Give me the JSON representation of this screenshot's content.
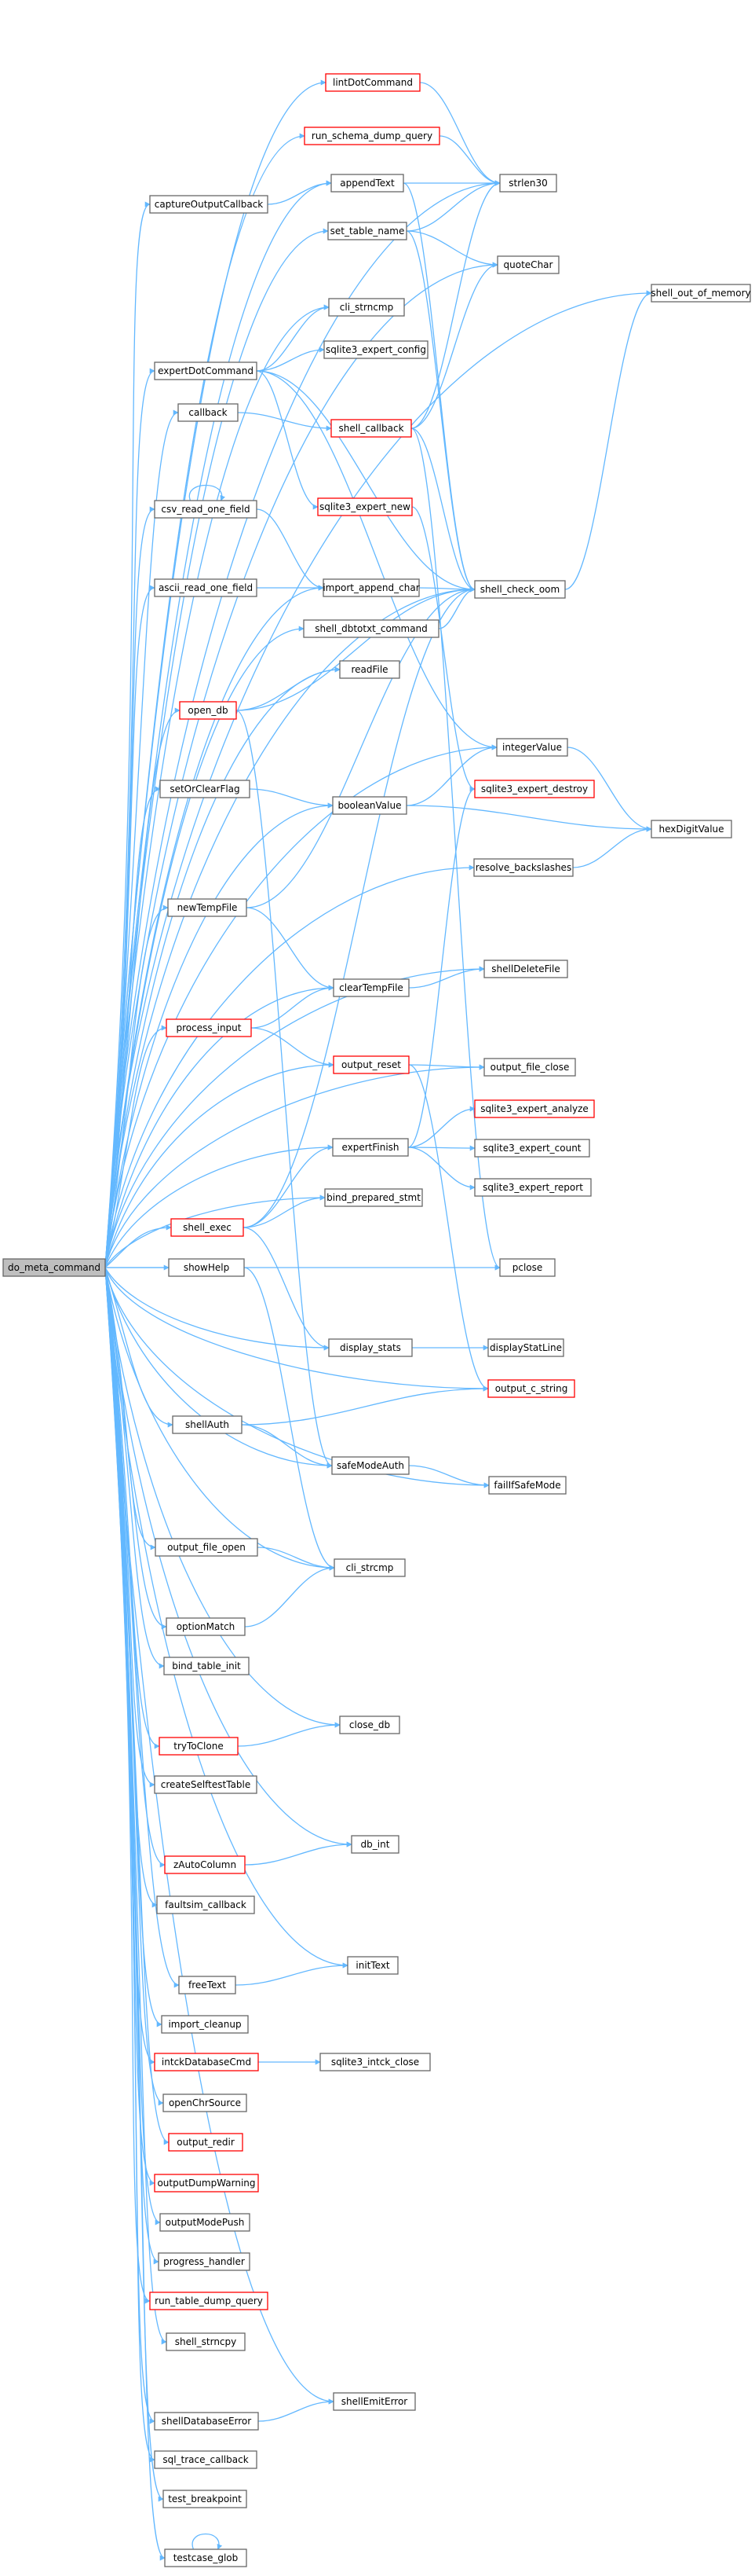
{
  "graph": {
    "title": "",
    "colors": {
      "edge": "#63b8ff",
      "box_border": "#666666",
      "box_border_truncated": "#ff0000",
      "box_fill": "#ffffff",
      "root_fill": "#bfbfbf",
      "text": "#000000"
    },
    "root": "do_meta_command",
    "nodes": [
      {
        "id": "root",
        "label": "do_meta_command",
        "style": "root"
      },
      {
        "id": "lintDotCommand",
        "label": "lintDotCommand",
        "style": "truncated"
      },
      {
        "id": "run_schema_dump_query",
        "label": "run_schema_dump_query",
        "style": "truncated"
      },
      {
        "id": "appendText",
        "label": "appendText",
        "style": "normal"
      },
      {
        "id": "captureOutputCallback",
        "label": "captureOutputCallback",
        "style": "normal"
      },
      {
        "id": "set_table_name",
        "label": "set_table_name",
        "style": "normal"
      },
      {
        "id": "strlen30",
        "label": "strlen30",
        "style": "normal"
      },
      {
        "id": "quoteChar",
        "label": "quoteChar",
        "style": "normal"
      },
      {
        "id": "shell_out_of_memory",
        "label": "shell_out_of_memory",
        "style": "normal"
      },
      {
        "id": "cli_strncmp",
        "label": "cli_strncmp",
        "style": "normal"
      },
      {
        "id": "expertDotCommand",
        "label": "expertDotCommand",
        "style": "normal"
      },
      {
        "id": "sqlite3_expert_config",
        "label": "sqlite3_expert_config",
        "style": "normal"
      },
      {
        "id": "callback",
        "label": "callback",
        "style": "normal"
      },
      {
        "id": "shell_callback",
        "label": "shell_callback",
        "style": "truncated"
      },
      {
        "id": "csv_read_one_field",
        "label": "csv_read_one_field",
        "style": "normal"
      },
      {
        "id": "sqlite3_expert_new",
        "label": "sqlite3_expert_new",
        "style": "truncated"
      },
      {
        "id": "ascii_read_one_field",
        "label": "ascii_read_one_field",
        "style": "normal"
      },
      {
        "id": "import_append_char",
        "label": "import_append_char",
        "style": "normal"
      },
      {
        "id": "shell_check_oom",
        "label": "shell_check_oom",
        "style": "normal"
      },
      {
        "id": "shell_dbtotxt_command",
        "label": "shell_dbtotxt_command",
        "style": "normal"
      },
      {
        "id": "open_db",
        "label": "open_db",
        "style": "truncated"
      },
      {
        "id": "readFile",
        "label": "readFile",
        "style": "normal"
      },
      {
        "id": "integerValue",
        "label": "integerValue",
        "style": "normal"
      },
      {
        "id": "setOrClearFlag",
        "label": "setOrClearFlag",
        "style": "normal"
      },
      {
        "id": "sqlite3_expert_destroy",
        "label": "sqlite3_expert_destroy",
        "style": "truncated"
      },
      {
        "id": "booleanValue",
        "label": "booleanValue",
        "style": "normal"
      },
      {
        "id": "hexDigitValue",
        "label": "hexDigitValue",
        "style": "normal"
      },
      {
        "id": "resolve_backslashes",
        "label": "resolve_backslashes",
        "style": "normal"
      },
      {
        "id": "newTempFile",
        "label": "newTempFile",
        "style": "normal"
      },
      {
        "id": "shellDeleteFile",
        "label": "shellDeleteFile",
        "style": "normal"
      },
      {
        "id": "clearTempFile",
        "label": "clearTempFile",
        "style": "normal"
      },
      {
        "id": "process_input",
        "label": "process_input",
        "style": "truncated"
      },
      {
        "id": "output_reset",
        "label": "output_reset",
        "style": "truncated"
      },
      {
        "id": "output_file_close",
        "label": "output_file_close",
        "style": "normal"
      },
      {
        "id": "sqlite3_expert_analyze",
        "label": "sqlite3_expert_analyze",
        "style": "truncated"
      },
      {
        "id": "expertFinish",
        "label": "expertFinish",
        "style": "normal"
      },
      {
        "id": "sqlite3_expert_count",
        "label": "sqlite3_expert_count",
        "style": "normal"
      },
      {
        "id": "sqlite3_expert_report",
        "label": "sqlite3_expert_report",
        "style": "normal"
      },
      {
        "id": "shell_exec",
        "label": "shell_exec",
        "style": "truncated"
      },
      {
        "id": "bind_prepared_stmt",
        "label": "bind_prepared_stmt",
        "style": "normal"
      },
      {
        "id": "showHelp",
        "label": "showHelp",
        "style": "normal"
      },
      {
        "id": "pclose",
        "label": "pclose",
        "style": "normal"
      },
      {
        "id": "display_stats",
        "label": "display_stats",
        "style": "normal"
      },
      {
        "id": "displayStatLine",
        "label": "displayStatLine",
        "style": "normal"
      },
      {
        "id": "output_c_string",
        "label": "output_c_string",
        "style": "truncated"
      },
      {
        "id": "shellAuth",
        "label": "shellAuth",
        "style": "normal"
      },
      {
        "id": "safeModeAuth",
        "label": "safeModeAuth",
        "style": "normal"
      },
      {
        "id": "failIfSafeMode",
        "label": "failIfSafeMode",
        "style": "normal"
      },
      {
        "id": "output_file_open",
        "label": "output_file_open",
        "style": "normal"
      },
      {
        "id": "cli_strcmp",
        "label": "cli_strcmp",
        "style": "normal"
      },
      {
        "id": "optionMatch",
        "label": "optionMatch",
        "style": "normal"
      },
      {
        "id": "bind_table_init",
        "label": "bind_table_init",
        "style": "normal"
      },
      {
        "id": "tryToClone",
        "label": "tryToClone",
        "style": "truncated"
      },
      {
        "id": "close_db",
        "label": "close_db",
        "style": "normal"
      },
      {
        "id": "createSelftestTable",
        "label": "createSelftestTable",
        "style": "normal"
      },
      {
        "id": "db_int",
        "label": "db_int",
        "style": "normal"
      },
      {
        "id": "zAutoColumn",
        "label": "zAutoColumn",
        "style": "truncated"
      },
      {
        "id": "faultsim_callback",
        "label": "faultsim_callback",
        "style": "normal"
      },
      {
        "id": "initText",
        "label": "initText",
        "style": "normal"
      },
      {
        "id": "freeText",
        "label": "freeText",
        "style": "normal"
      },
      {
        "id": "import_cleanup",
        "label": "import_cleanup",
        "style": "normal"
      },
      {
        "id": "intckDatabaseCmd",
        "label": "intckDatabaseCmd",
        "style": "truncated"
      },
      {
        "id": "sqlite3_intck_close",
        "label": "sqlite3_intck_close",
        "style": "normal"
      },
      {
        "id": "openChrSource",
        "label": "openChrSource",
        "style": "normal"
      },
      {
        "id": "output_redir",
        "label": "output_redir",
        "style": "truncated"
      },
      {
        "id": "outputDumpWarning",
        "label": "outputDumpWarning",
        "style": "truncated"
      },
      {
        "id": "outputModePush",
        "label": "outputModePush",
        "style": "normal"
      },
      {
        "id": "progress_handler",
        "label": "progress_handler",
        "style": "normal"
      },
      {
        "id": "run_table_dump_query",
        "label": "run_table_dump_query",
        "style": "truncated"
      },
      {
        "id": "shell_strncpy",
        "label": "shell_strncpy",
        "style": "normal"
      },
      {
        "id": "shellEmitError",
        "label": "shellEmitError",
        "style": "normal"
      },
      {
        "id": "shellDatabaseError",
        "label": "shellDatabaseError",
        "style": "normal"
      },
      {
        "id": "sql_trace_callback",
        "label": "sql_trace_callback",
        "style": "normal"
      },
      {
        "id": "test_breakpoint",
        "label": "test_breakpoint",
        "style": "normal"
      },
      {
        "id": "testcase_glob",
        "label": "testcase_glob",
        "style": "normal"
      }
    ]
  }
}
